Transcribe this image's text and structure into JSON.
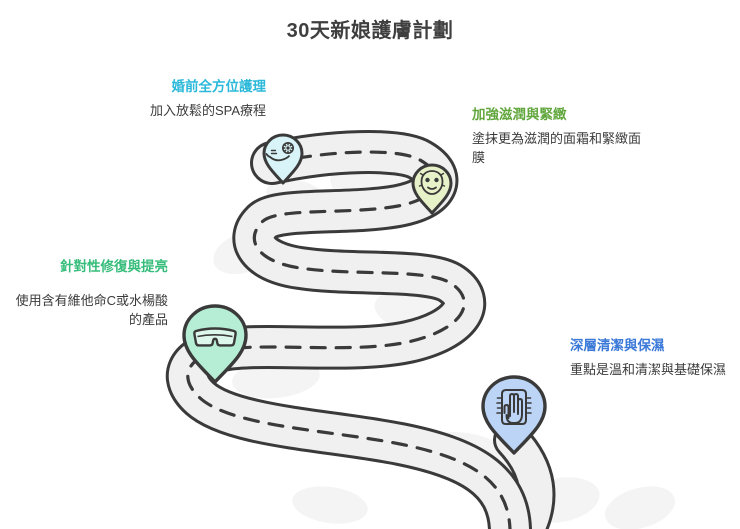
{
  "header": {
    "title": "30天新娘護膚計劃"
  },
  "colors": {
    "cyan": "#2bb8d9",
    "green": "#62a73e",
    "mint": "#37bd7b",
    "blue": "#3b79d8",
    "road_fill": "#f0f0f0",
    "road_stroke": "#3a3a3a",
    "body_text": "#3b3b3b",
    "title_text": "#3f3f3f",
    "pin_spa_fill": "#d8f4f8",
    "pin_mask_fill": "#e8f2c9",
    "pin_repair_fill": "#b6eed5",
    "pin_cleanse_fill": "#bcd4f5"
  },
  "steps": [
    {
      "id": "cleanse",
      "title": "深層清潔與保濕",
      "body": "重點是溫和清潔與基礎保濕",
      "color": "#3b79d8",
      "icon": "hand-cleanse-icon",
      "pin_fill": "#bcd4f5"
    },
    {
      "id": "repair",
      "title": "針對性修復與提亮",
      "body": "使用含有維他命C或水楊酸的產品",
      "color": "#37bd7b",
      "icon": "eye-mask-icon",
      "pin_fill": "#b6eed5"
    },
    {
      "id": "moisture",
      "title": "加強滋潤與緊緻",
      "body": "塗抹更為滋潤的面霜和緊緻面膜",
      "color": "#62a73e",
      "icon": "face-mask-icon",
      "pin_fill": "#e8f2c9"
    },
    {
      "id": "spa",
      "title": "婚前全方位護理",
      "body": "加入放鬆的SPA療程",
      "color": "#2bb8d9",
      "icon": "hand-flower-spa-icon",
      "pin_fill": "#d8f4f8"
    }
  ]
}
